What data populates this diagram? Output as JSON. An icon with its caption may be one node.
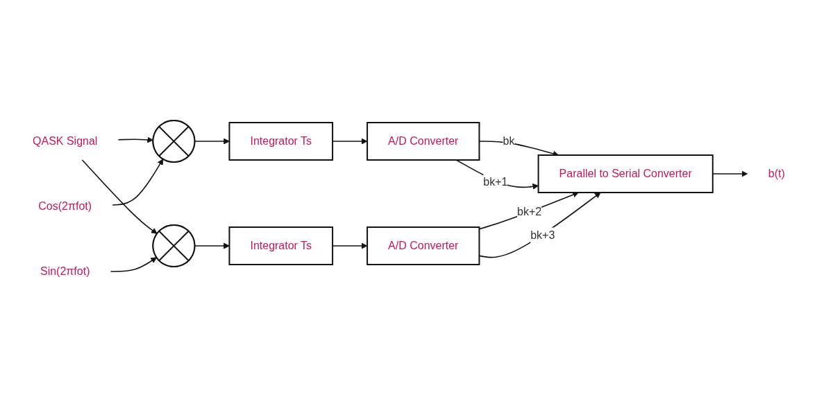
{
  "diagram": {
    "nodes": [
      {
        "text": [
          "QASK Signal"
        ]
      },
      {
        "text": [],
        "shape": "circle"
      },
      {
        "text": [
          "Cos(2πfot)"
        ]
      },
      {
        "text": [
          "Integrator Ts"
        ]
      },
      {
        "text": [
          "A/D Converter"
        ]
      },
      {
        "text": [
          "Parallel to Serial Converter"
        ]
      },
      {
        "text": [
          "b(t)"
        ]
      },
      {
        "text": [],
        "shape": "circle"
      },
      {
        "text": [
          "Sin(2πfot)"
        ]
      },
      {
        "text": [
          "Integrator Ts"
        ]
      },
      {
        "text": [
          "A/D Converter"
        ]
      }
    ],
    "edges": [
      {
        "from": 0,
        "to": 1,
        "arrow": "to"
      },
      {
        "from": 2,
        "to": 1,
        "arrow": "to"
      },
      {
        "from": 1,
        "to": 3,
        "arrow": "to"
      },
      {
        "from": 3,
        "to": 4,
        "arrow": "to"
      },
      {
        "from": 4,
        "to": 5,
        "arrow": "to",
        "label": "bk"
      },
      {
        "from": 4,
        "to": 5,
        "arrow": "to",
        "label": "bk+1"
      },
      {
        "from": 5,
        "to": 6,
        "arrow": "to"
      },
      {
        "from": 0,
        "to": 7,
        "arrow": "to"
      },
      {
        "from": 8,
        "to": 7,
        "arrow": "to"
      },
      {
        "from": 7,
        "to": 9,
        "arrow": "to"
      },
      {
        "from": 9,
        "to": 10,
        "arrow": "to"
      },
      {
        "from": 10,
        "to": 5,
        "arrow": "to",
        "label": "bk+2"
      },
      {
        "from": 10,
        "to": 5,
        "arrow": "to",
        "label": "bk+3"
      }
    ]
  }
}
